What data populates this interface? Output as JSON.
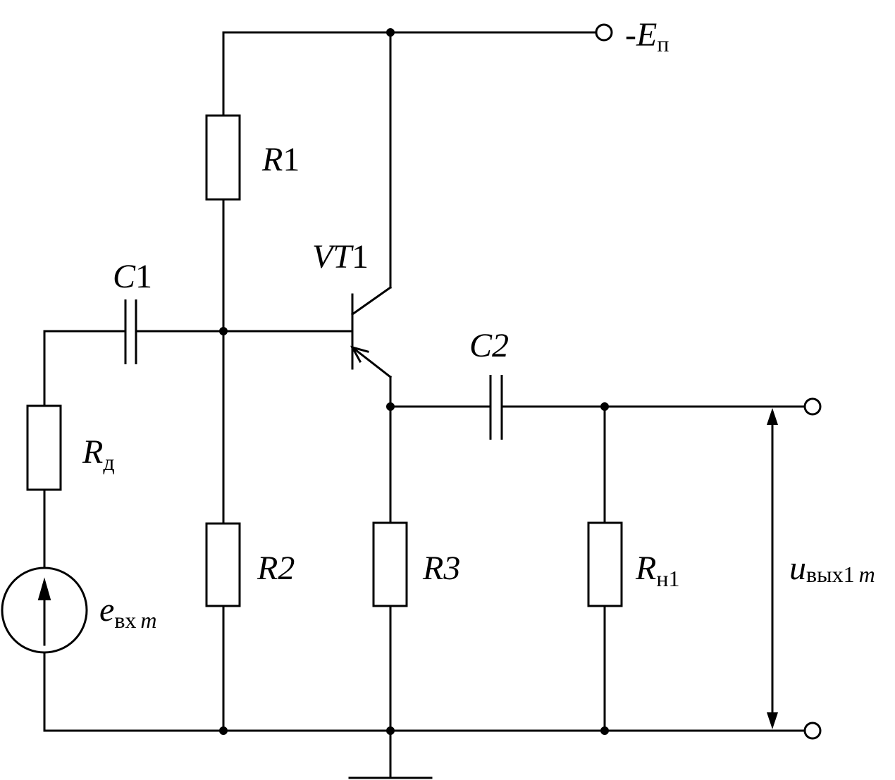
{
  "diagram": {
    "supply_label": {
      "sign": "-",
      "symbol": "E",
      "sub": "п"
    },
    "r1": {
      "symbol": "R",
      "num": "1"
    },
    "r2": {
      "symbol": "R",
      "num": "2"
    },
    "r3": {
      "symbol": "R",
      "num": "3"
    },
    "rd": {
      "symbol": "R",
      "sub": "д"
    },
    "rn1": {
      "symbol": "R",
      "sub": "н1"
    },
    "c1": {
      "symbol": "C",
      "num": "1"
    },
    "c2": {
      "symbol": "C",
      "num": "2"
    },
    "vt1": {
      "symbol": "VT",
      "num": "1"
    },
    "source": {
      "symbol": "e",
      "sub": "вх",
      "sub_it": "m"
    },
    "output": {
      "symbol": "u",
      "sub": "вых1",
      "sub_it": "m"
    }
  }
}
